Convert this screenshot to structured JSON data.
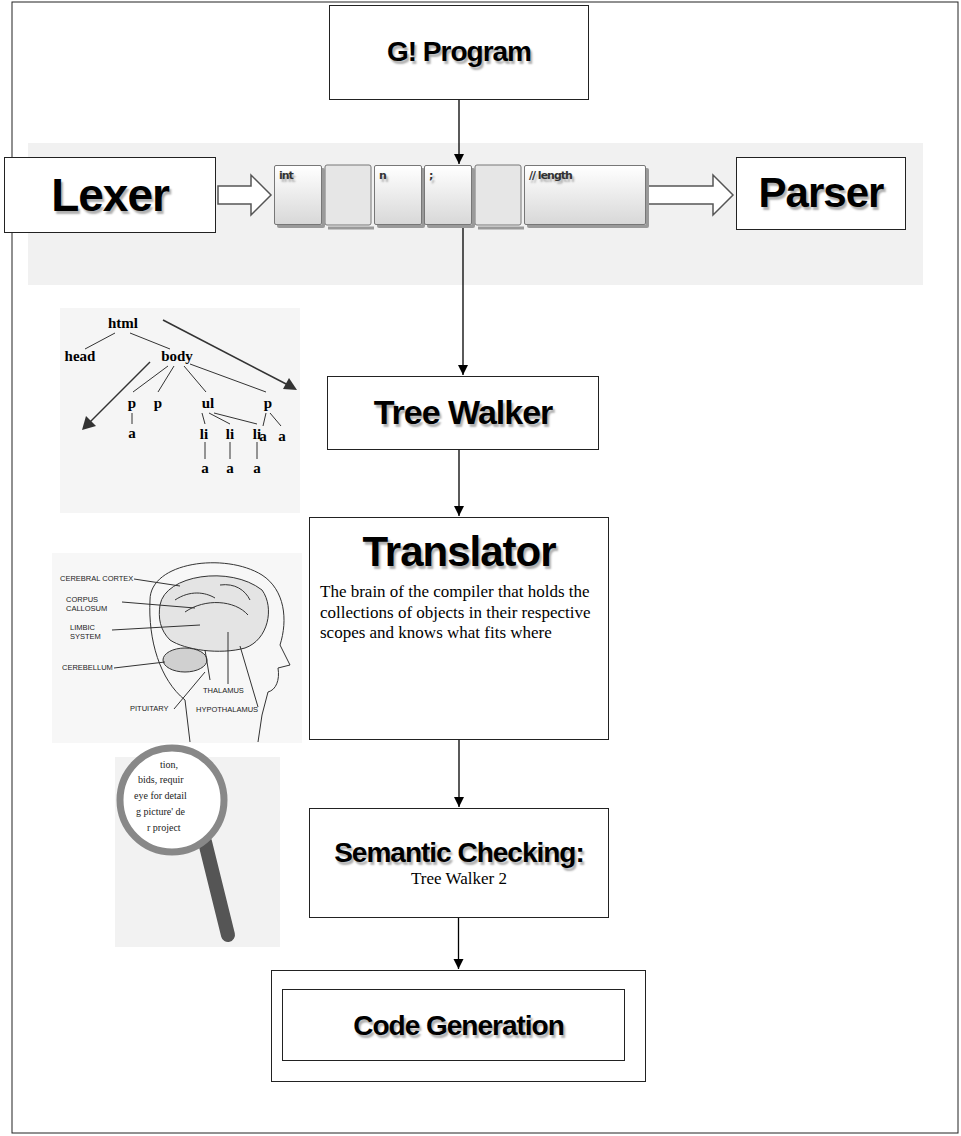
{
  "diagram": {
    "nodes": [
      {
        "text": [
          "G! Program"
        ]
      },
      {
        "text": [
          "Lexer"
        ]
      },
      {
        "text": [
          "int"
        ]
      },
      {
        "text": [
          "n"
        ]
      },
      {
        "text": [
          ";"
        ]
      },
      {
        "text": [
          "// length"
        ]
      },
      {
        "text": [
          "Parser"
        ]
      },
      {
        "text": [
          "Tree Walker"
        ]
      },
      {
        "text": [
          "Translator",
          "The brain of the compiler that holds the collections of objects in their respective scopes and knows what fits where"
        ]
      },
      {
        "text": [
          "Semantic Checking:",
          "Tree Walker 2"
        ]
      },
      {
        "text": [
          "Code Generation"
        ]
      }
    ],
    "edges": [
      {
        "from": 0,
        "to": 4,
        "arrow": "to"
      },
      {
        "from": 1,
        "to": 2,
        "arrow": "to"
      },
      {
        "from": 5,
        "to": 6,
        "arrow": "to"
      },
      {
        "from": 4,
        "to": 7,
        "arrow": "to"
      },
      {
        "from": 7,
        "to": 8,
        "arrow": "to"
      },
      {
        "from": 8,
        "to": 9,
        "arrow": "to"
      },
      {
        "from": 9,
        "to": 10,
        "arrow": "to"
      }
    ],
    "labels": [
      "html",
      "head",
      "body",
      "p",
      "p",
      "ul",
      "p",
      "a",
      "li",
      "li",
      "li",
      "a",
      "a",
      "a",
      "a",
      "a",
      "CEREBRAL CORTEX",
      "CORPUS CALLOSUM",
      "LIMBIC SYSTEM",
      "CEREBELLUM",
      "PITUITARY",
      "THALAMUS",
      "HYPOTHALAMUS",
      "tion,",
      "bids, requir",
      "eye for detail",
      "g picture' de",
      "r project"
    ]
  }
}
